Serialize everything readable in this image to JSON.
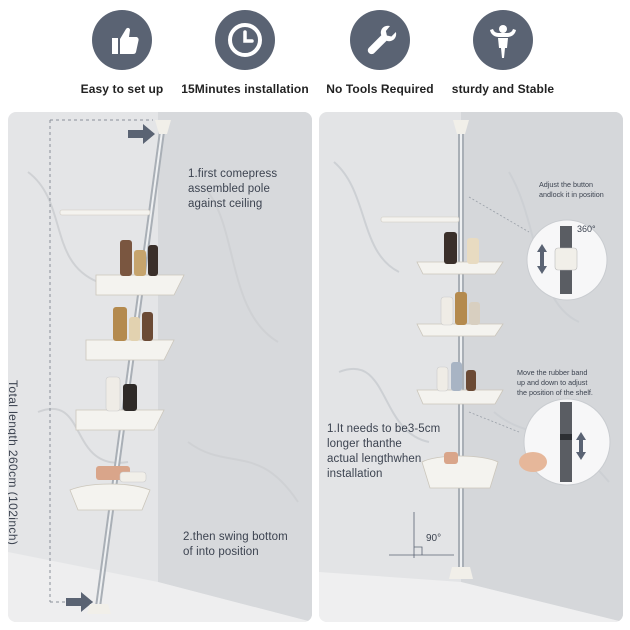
{
  "features": [
    {
      "icon": "thumbs-up-icon",
      "label": "Easy to set up"
    },
    {
      "icon": "clock-icon",
      "label": "15Minutes installation"
    },
    {
      "icon": "wrench-icon",
      "label": "No Tools Required"
    },
    {
      "icon": "strongman-icon",
      "label": "sturdy and Stable"
    }
  ],
  "left_panel": {
    "total_length": "Total length 260cm (102inch)",
    "step1": [
      "1.first comepress",
      "assembled pole",
      "against ceiling"
    ],
    "step2": [
      "2.then swing bottom",
      "of into position"
    ]
  },
  "right_panel": {
    "callout_top": [
      "Adjust the button",
      "andlock it in position"
    ],
    "rotation_label": "360°",
    "callout_mid": [
      "Move the rubber band",
      "up and down to adjust",
      "the position of the shelf."
    ],
    "note": [
      "1.It needs to be3-5cm",
      "longer thanthe",
      "actual lengthwhen",
      "installation"
    ],
    "angle": "90°"
  },
  "colors": {
    "icon_circle": "#5a6373",
    "wall": "#e3e4e6",
    "shelf": "#f4f3ef",
    "pole": "#a9afb6"
  }
}
